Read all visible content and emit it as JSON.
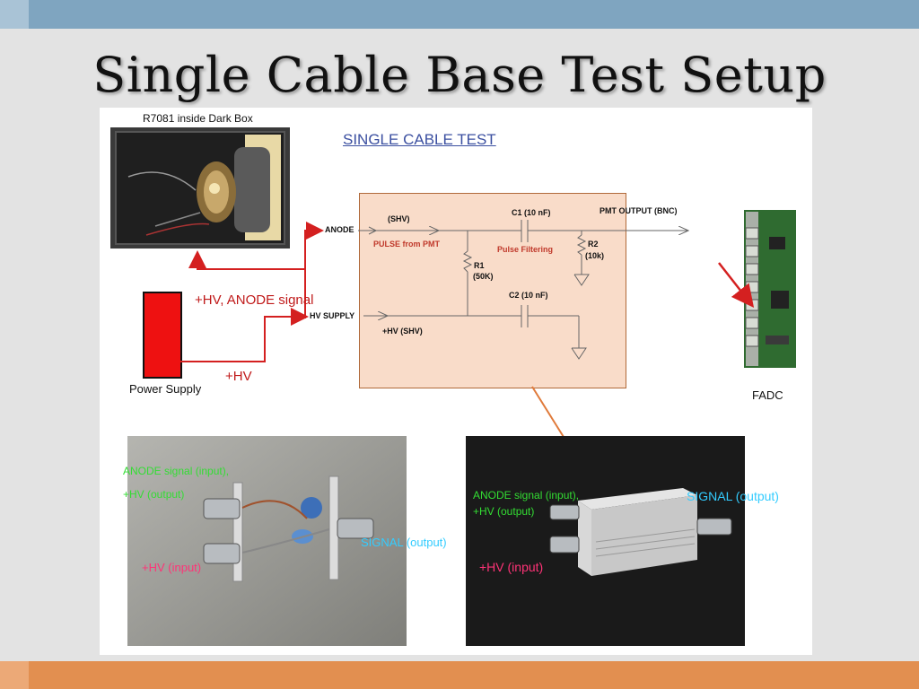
{
  "slide": {
    "title": "Single Cable Base Test Setup"
  },
  "diagram": {
    "heading": "SINGLE CABLE TEST",
    "dark_box_label": "R7081 inside Dark Box",
    "power_supply_label": "Power Supply",
    "fadc_label": "FADC",
    "hv_anode_signal": "+HV, ANODE signal",
    "hv": "+HV",
    "anode": "ANODE",
    "hv_supply": "HV SUPPLY",
    "circuit": {
      "shv": "(SHV)",
      "pulse_from_pmt": "PULSE from PMT",
      "c1": "C1  (10 nF)",
      "pulse_filtering": "Pulse Filtering",
      "pmt_output": "PMT OUTPUT  (BNC)",
      "r2": "R2",
      "r2_val": "(10k)",
      "r1": "R1",
      "r1_val": "(50K)",
      "c2": "C2 (10 nF)",
      "hv_shv": "+HV (SHV)"
    },
    "photo_left": {
      "anode_line1": "ANODE signal (input),",
      "anode_line2": "+HV (output)",
      "signal": "SIGNAL (output)",
      "hv_input": "+HV (input)"
    },
    "photo_right": {
      "anode_line1": "ANODE signal (input),",
      "anode_line2": "+HV (output)",
      "signal": "SIGNAL (output)",
      "hv_input": "+HV (input)"
    }
  },
  "colors": {
    "top_bar": "#7fa5c0",
    "bottom_bar": "#e28f50",
    "circuit_box": "#f9dcc9",
    "arrow_red": "#d42020",
    "label_green": "#33dd33",
    "label_cyan": "#33ccff",
    "label_pink": "#ff3377"
  }
}
